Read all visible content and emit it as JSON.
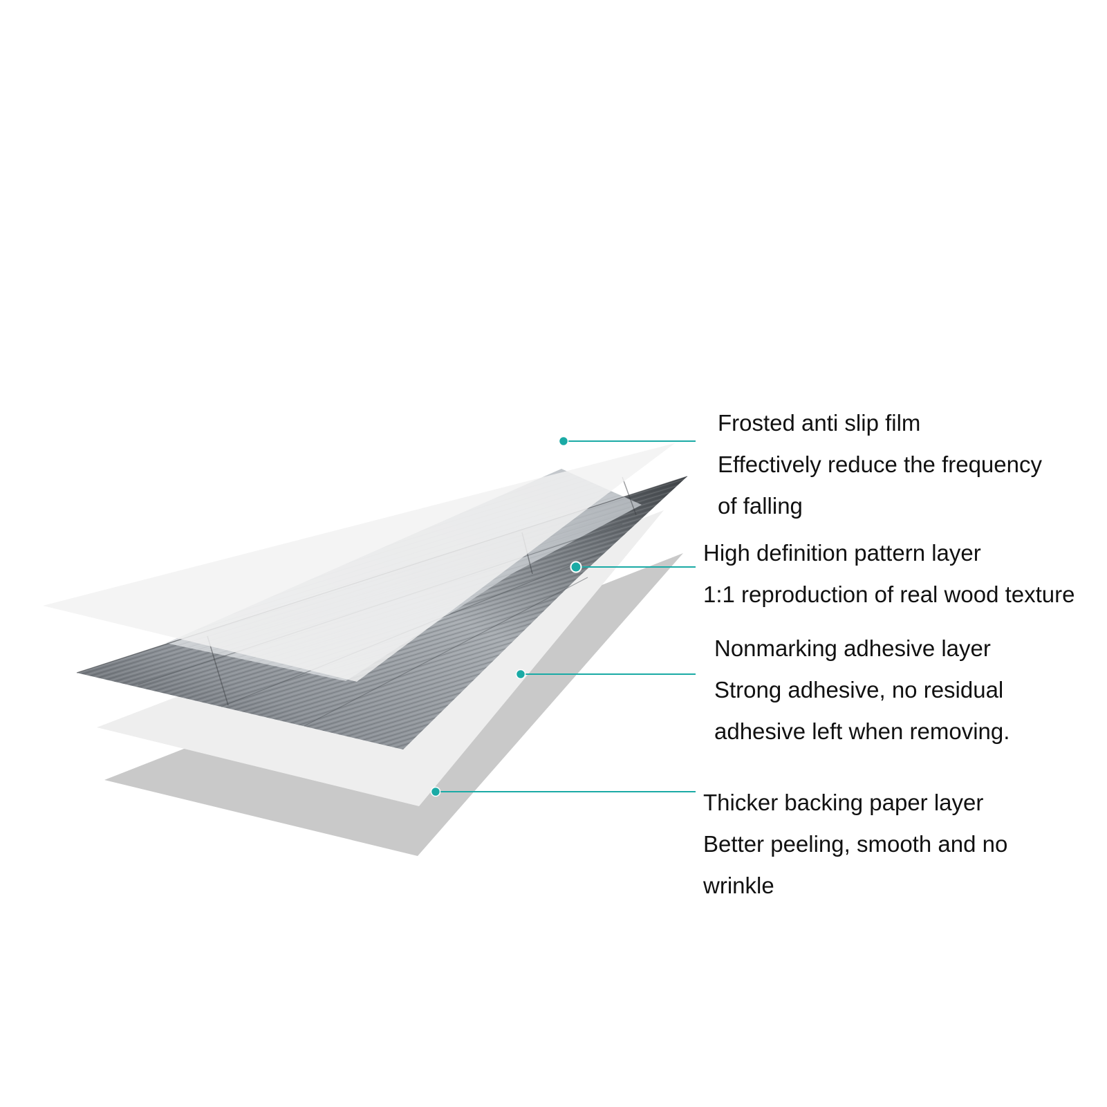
{
  "accent_color": "#1aaaa5",
  "layers": [
    {
      "id": "film",
      "lines": [
        "Frosted anti slip film",
        "Effectively reduce the frequency",
        "of falling"
      ]
    },
    {
      "id": "pattern",
      "lines": [
        "High definition pattern layer",
        "1:1 reproduction of real wood texture"
      ]
    },
    {
      "id": "adhesive",
      "lines": [
        "Nonmarking adhesive layer",
        "Strong adhesive, no residual",
        "adhesive left when removing."
      ]
    },
    {
      "id": "backing",
      "lines": [
        "Thicker backing paper layer",
        "Better peeling, smooth and no",
        "wrinkle"
      ]
    }
  ]
}
